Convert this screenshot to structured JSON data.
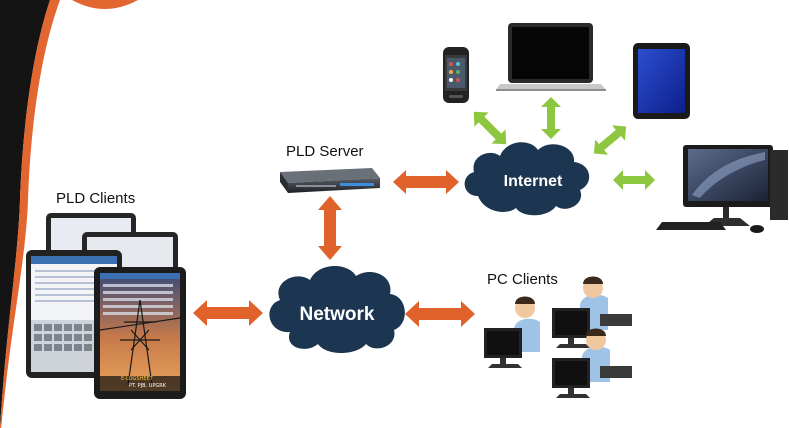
{
  "labels": {
    "pld_clients": "PLD Clients",
    "pld_server": "PLD Server",
    "pc_clients": "PC Clients"
  },
  "clouds": {
    "network": "Network",
    "internet": "Internet"
  },
  "tablet_screen": {
    "brand": "E-LOGSHEET",
    "company": "PT. PJB. UPGRK"
  },
  "colors": {
    "arrow_orange": "#e0622a",
    "arrow_green": "#8dc63f",
    "cloud_navy": "#1c3550",
    "accent_orange": "#e2662f"
  },
  "icons": [
    "tablet-cluster-icon",
    "server-icon",
    "smartphone-icon",
    "laptop-icon",
    "tablet-icon",
    "desktop-pc-icon",
    "pc-user-icon"
  ]
}
